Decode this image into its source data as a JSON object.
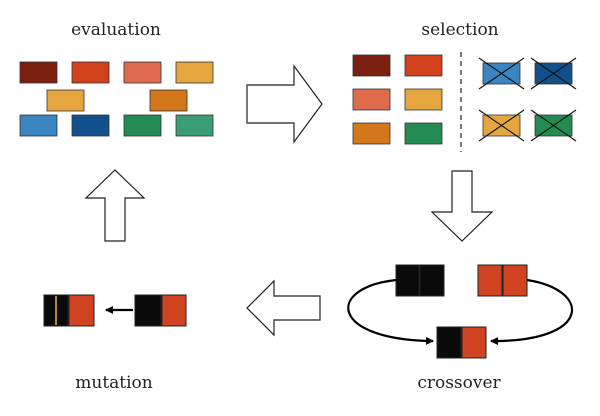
{
  "labels": {
    "evaluation": "evaluation",
    "selection": "selection",
    "crossover": "crossover",
    "mutation": "mutation"
  },
  "colors": {
    "dark_red": "#7b2010",
    "red_orange": "#d2401c",
    "salmon": "#de6c4c",
    "yellow_orange": "#e5a640",
    "orange": "#d4761a",
    "blue": "#3a86c2",
    "dark_blue": "#11508a",
    "green": "#238c52",
    "teal_green": "#3a9e74",
    "black": "#0a0a0a",
    "crossover_red": "#cf4320",
    "outline": "#222222"
  },
  "evaluation_population": [
    "dark-red",
    "red-orange",
    "salmon",
    "yellow-orange",
    "yellow-orange",
    "orange",
    "blue",
    "dark-blue",
    "green",
    "teal-green"
  ],
  "selection": {
    "kept": [
      "dark-red",
      "red-orange",
      "salmon",
      "yellow-orange",
      "orange",
      "green"
    ],
    "discarded": [
      "blue",
      "dark-blue",
      "yellow-orange",
      "green"
    ]
  }
}
